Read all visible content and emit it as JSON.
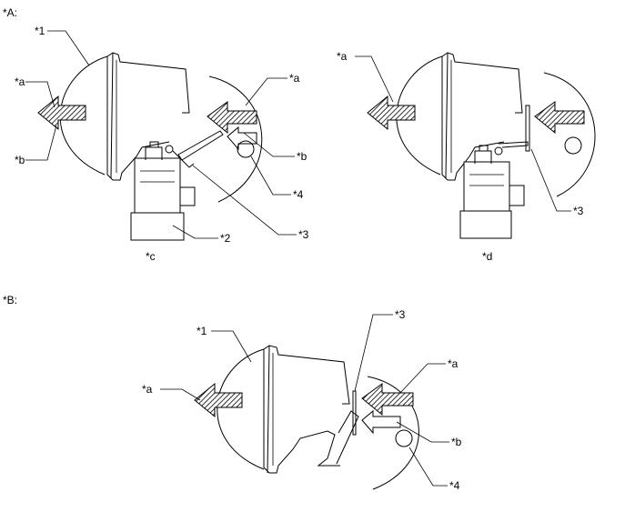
{
  "sections": {
    "a": "*A:",
    "b": "*B:"
  },
  "callouts": {
    "part_1": "*1",
    "part_2": "*2",
    "part_3": "*3",
    "part_4": "*4",
    "mark_a": "*a",
    "mark_b": "*b",
    "mark_c": "*c",
    "mark_d": "*d"
  }
}
